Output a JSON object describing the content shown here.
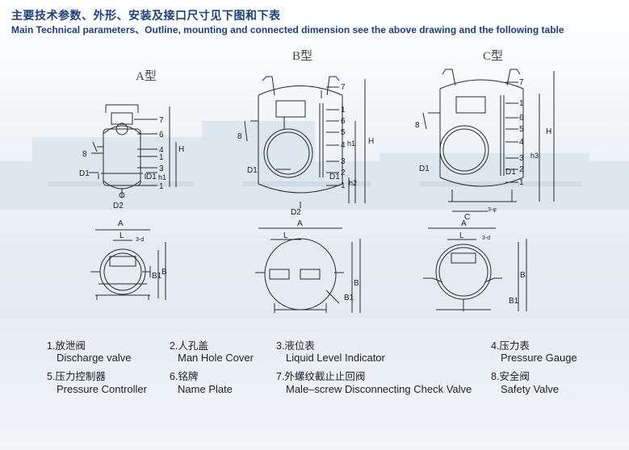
{
  "header": {
    "title_cn": "主要技术参数、外形、安装及接口尺寸见下图和下表",
    "title_en": "Main Technical parameters、Outline, mounting and connected dimension see the above drawing and the following table"
  },
  "types": {
    "a": "A型",
    "b": "B型",
    "c": "C型"
  },
  "callouts": [
    "1",
    "2",
    "3",
    "4",
    "5",
    "6",
    "7",
    "8"
  ],
  "dims": {
    "H": "H",
    "h1": "h1",
    "h2": "h2",
    "h3": "h3",
    "D1": "D1",
    "D2": "D2",
    "A": "A",
    "B": "B",
    "B1": "B1",
    "L": "L",
    "C": "C",
    "hole": "3-φ",
    "hole2": "3-d"
  },
  "legend": [
    {
      "num_cn": "1.放泄阀",
      "en": "Discharge valve"
    },
    {
      "num_cn": "2.人孔盖",
      "en": "Man Hole Cover"
    },
    {
      "num_cn": "3.液位表",
      "en": "Liquid Level Indicator"
    },
    {
      "num_cn": "4.压力表",
      "en": "Pressure Gauge"
    },
    {
      "num_cn": "5.压力控制器",
      "en": "Pressure Controller"
    },
    {
      "num_cn": "6.铭牌",
      "en": "Name Plate"
    },
    {
      "num_cn": "7.外螺纹截止止回阀",
      "en": "Male–screw Disconnecting Check Valve"
    },
    {
      "num_cn": "8.安全阀",
      "en": "Safety Valve"
    }
  ],
  "colors": {
    "header": "#1d3f78",
    "line": "#2a2a2a",
    "bg_tint": "#d9e5ee"
  }
}
